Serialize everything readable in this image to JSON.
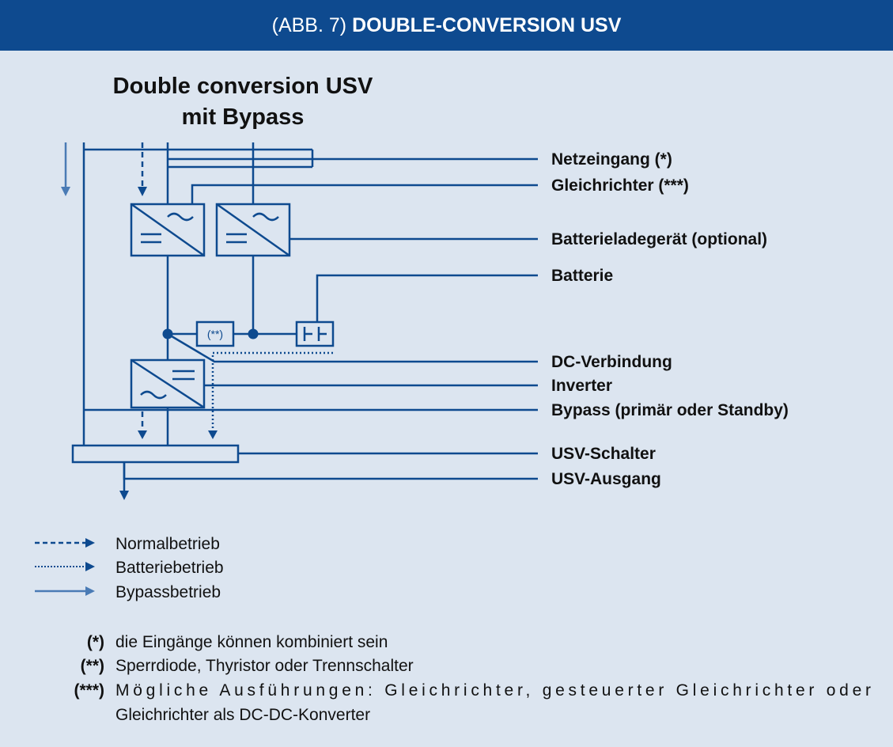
{
  "header": {
    "prefix": "(ABB. 7)",
    "title": "DOUBLE-CONVERSION USV"
  },
  "diagram": {
    "title_line1": "Double conversion USV",
    "title_line2": "mit Bypass",
    "diode_label": "(**)",
    "labels": {
      "netzeingang": "Netzeingang (*)",
      "gleichrichter": "Gleichrichter (***)",
      "batterieladegeraet": "Batterieladegerät (optional)",
      "batterie": "Batterie",
      "dc_verbindung": "DC-Verbindung",
      "inverter": "Inverter",
      "bypass": "Bypass (primär oder Standby)",
      "usv_schalter": "USV-Schalter",
      "usv_ausgang": "USV-Ausgang"
    }
  },
  "legend": [
    {
      "style": "dashed",
      "label": "Normalbetrieb"
    },
    {
      "style": "dotted",
      "label": "Batteriebetrieb"
    },
    {
      "style": "solid",
      "label": "Bypassbetrieb"
    }
  ],
  "notes": [
    {
      "mark": "(*)",
      "text": "die Eingänge können kombiniert sein"
    },
    {
      "mark": "(**)",
      "text": "Sperrdiode, Thyristor oder Trennschalter"
    },
    {
      "mark": "(***)",
      "text": "Mögliche Ausführungen: Gleichrichter, gesteuerter Gleichrichter oder",
      "text2": "Gleichrichter als DC-DC-Konverter"
    }
  ],
  "colors": {
    "header_bg": "#0e4a8f",
    "panel_bg": "#dce5f0",
    "line": "#0e4a8f",
    "bypass_arrow": "#4a7bb5"
  }
}
